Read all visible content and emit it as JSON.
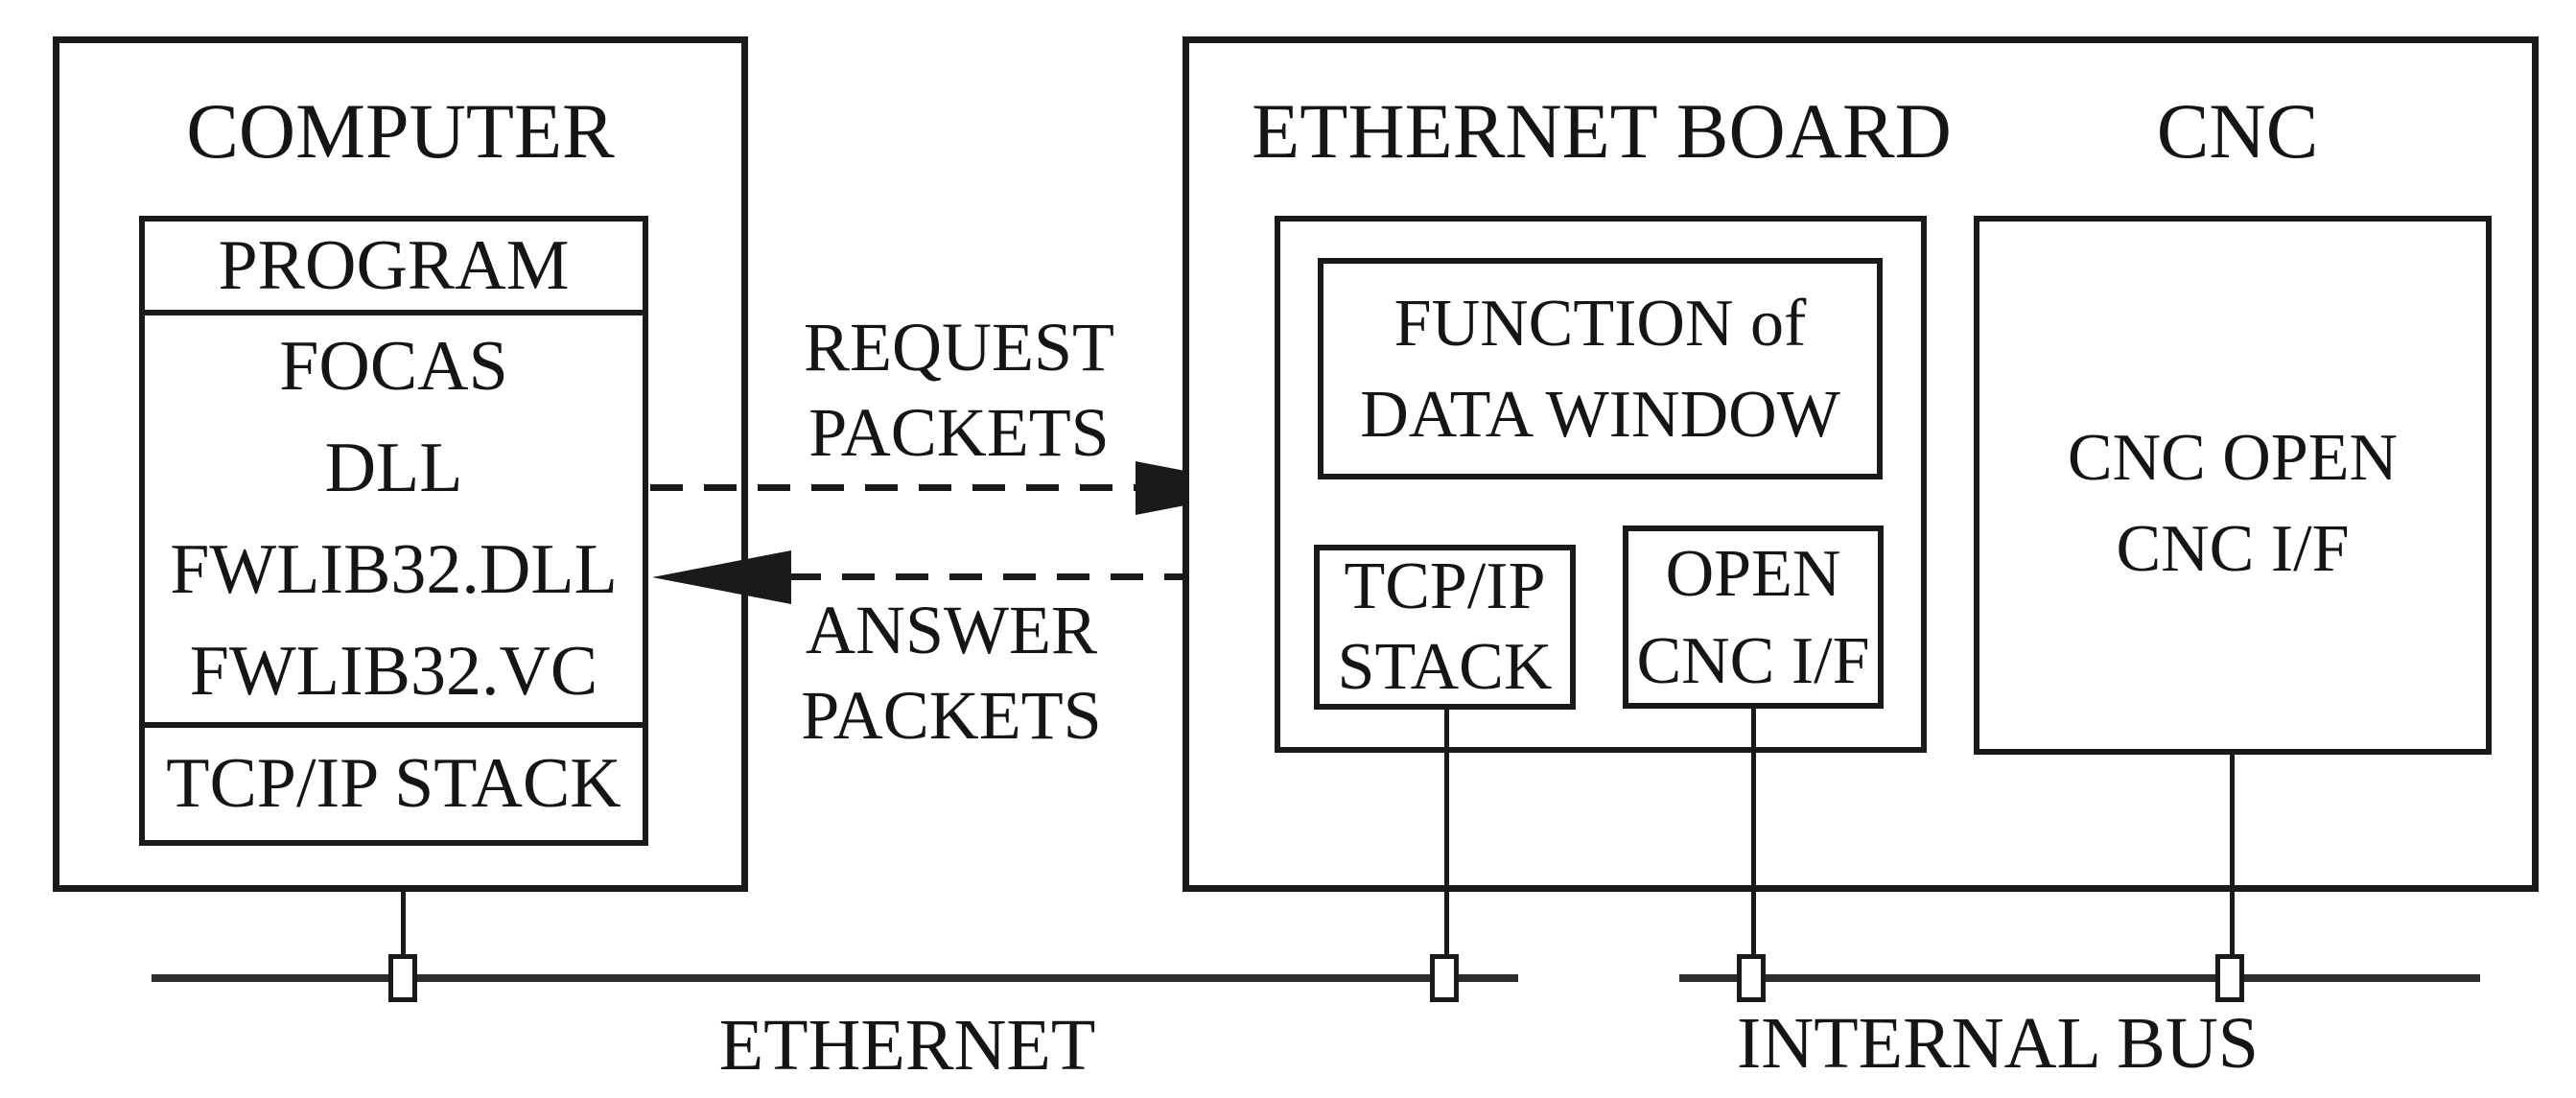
{
  "diagram": {
    "computer": {
      "title": "COMPUTER",
      "program_label": "PROGRAM",
      "focas_lines": [
        "FOCAS",
        "DLL",
        "FWLIB32.DLL",
        "FWLIB32.VC"
      ],
      "tcpip_label": "TCP/IP STACK"
    },
    "packets": {
      "request": [
        "REQUEST",
        "PACKETS"
      ],
      "answer": [
        "ANSWER",
        "PACKETS"
      ]
    },
    "ethernet_board": {
      "title": "ETHERNET BOARD",
      "function_box": [
        "FUNCTION of",
        "DATA WINDOW"
      ],
      "tcpip_box": [
        "TCP/IP",
        "STACK"
      ],
      "open_box": [
        "OPEN",
        "CNC I/F"
      ]
    },
    "cnc": {
      "title": "CNC",
      "box_lines": [
        "CNC OPEN",
        "CNC I/F"
      ]
    },
    "buses": {
      "ethernet_label": "ETHERNET",
      "internal_label": "INTERNAL BUS"
    },
    "colors": {
      "line": "#1a1a1a",
      "bus": "#2e2e2e",
      "background": "#ffffff",
      "text": "#151515"
    }
  }
}
